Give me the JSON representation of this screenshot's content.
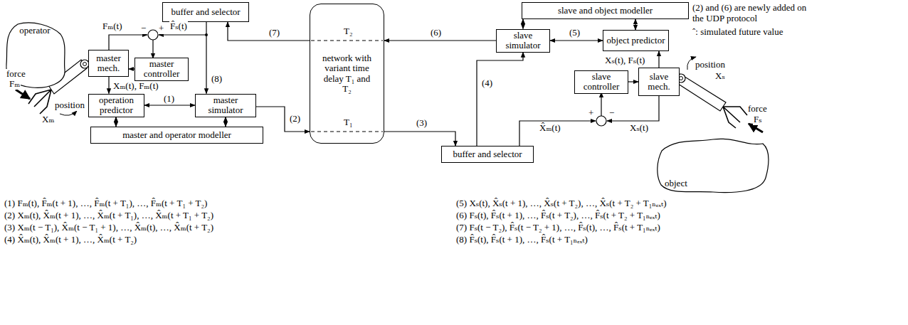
{
  "diagram": {
    "nodes": [
      {
        "text": [
          "buffer and selector"
        ]
      },
      {
        "text": [
          "master mech."
        ]
      },
      {
        "text": [
          "master controller"
        ]
      },
      {
        "text": [
          "operation predictor"
        ]
      },
      {
        "text": [
          "master simulator"
        ]
      },
      {
        "text": [
          "master and operator modeller"
        ]
      },
      {
        "text": [
          "network with variant time delay T₁ and T₂"
        ]
      },
      {
        "text": [
          "slave and object modeller"
        ]
      },
      {
        "text": [
          "slave simulator"
        ]
      },
      {
        "text": [
          "object predictor"
        ]
      },
      {
        "text": [
          "slave controller"
        ]
      },
      {
        "text": [
          "slave mech."
        ]
      },
      {
        "text": [
          "buffer and selector"
        ]
      },
      {
        "text": [
          "operator"
        ]
      },
      {
        "text": [
          "object"
        ]
      }
    ],
    "edges": [
      {
        "from": 2,
        "to": 1,
        "arrow": "to"
      },
      {
        "from": 1,
        "to": 3,
        "arrow": "to",
        "label": "Xₘ(t), Fₘ(t)"
      },
      {
        "from": 3,
        "to": 4,
        "arrow": "both",
        "label": "(1)"
      },
      {
        "from": 3,
        "to": 5,
        "arrow": "both"
      },
      {
        "from": 4,
        "to": 5,
        "arrow": "both"
      },
      {
        "from": 0,
        "to": 4,
        "arrow": "to",
        "label": "(8)"
      },
      {
        "from": 4,
        "to": 6,
        "arrow": "to",
        "label": "(2)"
      },
      {
        "from": 6,
        "to": 12,
        "arrow": "to",
        "label": "(3)"
      },
      {
        "from": 12,
        "to": 8,
        "arrow": "to",
        "label": "(4)"
      },
      {
        "from": 8,
        "to": 6,
        "arrow": "to",
        "label": "(6)"
      },
      {
        "from": 6,
        "to": 0,
        "arrow": "to",
        "label": "(7)"
      },
      {
        "from": 8,
        "to": 9,
        "arrow": "both",
        "label": "(5)"
      },
      {
        "from": 7,
        "to": 8,
        "arrow": "both"
      },
      {
        "from": 7,
        "to": 9,
        "arrow": "both"
      },
      {
        "from": 11,
        "to": 9,
        "arrow": "to",
        "label": "Xₛ(t), Fₛ(t)"
      },
      {
        "from": 10,
        "to": 11,
        "arrow": "to"
      }
    ],
    "labels": [
      "(2) and (6) are newly added on the UDP protocol",
      "ˆ: simulated future value",
      "Fₘ(t)",
      "F̂ₛ(t)",
      "−",
      "+",
      "T₂",
      "T₁",
      "X̂ₘ(t)",
      "Xₛ(t)",
      "+",
      "−",
      "position",
      "Xₘ",
      "force",
      "Fₘ",
      "position",
      "Xₛ",
      "force",
      "Fₛ",
      "(1) Fₘ(t), F̂ₘ(t + 1), …, F̂ₘ(t + T₁), …, F̂ₘ(t + T₁ + T₂)",
      "(2) Xₘ(t), X̂ₘ(t + 1), …, X̂ₘ(t + T₁), …, X̂ₘ(t + T₁ + T₂)",
      "(3) Xₘ(t − T₁), X̂ₘ(t − T₁ + 1), …, X̂ₘ(t), …, X̂ₘ(t + T₂)",
      "(4) X̂ₘ(t), X̂ₘ(t + 1), …, X̂ₘ(t + T₂)",
      "(5) Xₛ(t), X̂ₛ(t + 1), …, X̂ₛ(t + T₂), …, X̂ₛ(t + T₂ + T₁ₙₑₓₜ)",
      "(6) Fₛ(t), F̂ₛ(t + 1), …, F̂ₛ(t + T₂), …, F̂ₛ(t + T₂ + T₁ₙₑₓₜ)",
      "(7) Fₛ(t − T₂), F̂ₛ(t − T₂ + 1), …, F̂ₛ(t), …, F̂ₛ(t + T₁ₙₑₓₜ)",
      "(8) F̂ₛ(t), F̂ₛ(t + 1), …, F̂ₛ(t + T₁ₙₑₓₜ)"
    ]
  }
}
